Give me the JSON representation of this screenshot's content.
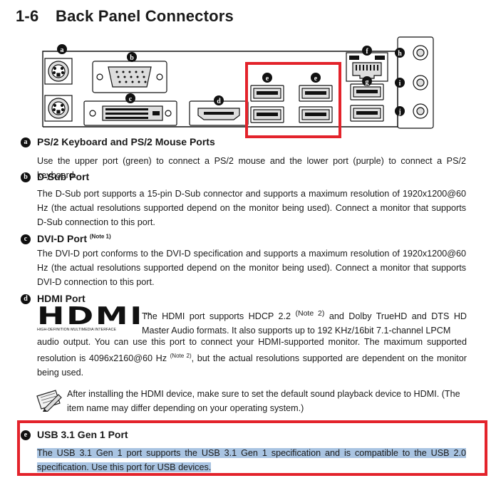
{
  "page": {
    "section_number": "1-6",
    "section_title": "Back Panel Connectors"
  },
  "diagram": {
    "callouts": [
      "a",
      "b",
      "c",
      "d",
      "e",
      "e",
      "f",
      "g",
      "h",
      "i",
      "j"
    ]
  },
  "sections": [
    {
      "badge": "a",
      "title": "PS/2 Keyboard and PS/2 Mouse Ports",
      "note": "",
      "text": "Use the upper port (green) to connect a PS/2 mouse and the lower port (purple) to connect a PS/2 keyboard."
    },
    {
      "badge": "b",
      "title": "D-Sub Port",
      "note": "",
      "text": "The D-Sub port supports a 15-pin D-Sub connector and supports a maximum resolution of 1920x1200@60 Hz (the actual resolutions supported depend on the monitor being used). Connect a monitor that supports D-Sub connection to this port."
    },
    {
      "badge": "c",
      "title": "DVI-D Port",
      "note": "(Note 1)",
      "text": "The DVI-D port conforms to the DVI-D specification and supports a maximum resolution of 1920x1200@60 Hz (the actual resolutions supported depend on the monitor being used). Connect a monitor that supports DVI-D connection to this port."
    },
    {
      "badge": "d",
      "title": "HDMI Port",
      "note": "",
      "text": ""
    }
  ],
  "hdmi": {
    "logo_text": "HDMI",
    "tm": "™",
    "logo_sub": "HIGH-DEFINITION MULTIMEDIA INTERFACE",
    "line1a": "The HDMI port supports HDCP 2.2",
    "note2a": "(Note 2)",
    "line1b": "and Dolby TrueHD and DTS HD Master Audio formats. It also supports up to 192 KHz/16bit 7.1-channel LPCM",
    "line2a": "audio output. You can use this port to connect your HDMI-supported monitor. The maximum supported resolution is 4096x2160@60 Hz",
    "note2b": "(Note 2)",
    "line2b": ", but the actual resolutions supported are dependent on the monitor being used."
  },
  "note": {
    "text": "After installing the HDMI device, make sure to set the default sound playback device to HDMI. (The item name may differ depending on your operating system.)"
  },
  "usb": {
    "badge": "e",
    "title": "USB 3.1 Gen 1 Port",
    "text": "The USB 3.1 Gen 1 port supports the USB 3.1 Gen 1 specification and is compatible to the USB 2.0 specification. Use this port for USB devices."
  },
  "colors": {
    "highlight_box": "#e3232b",
    "text_highlight": "#a9c4e2"
  }
}
